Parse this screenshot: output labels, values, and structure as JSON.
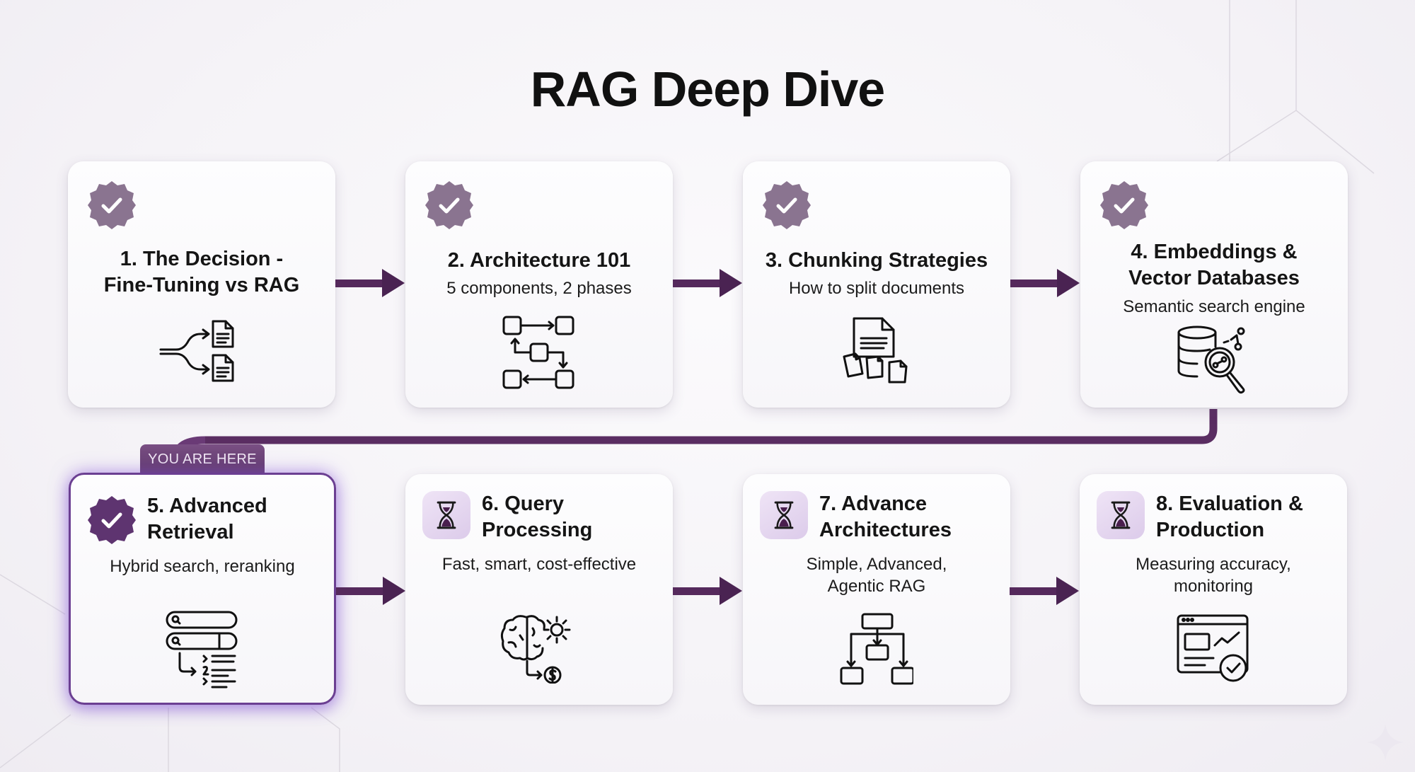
{
  "title": "RAG Deep Dive",
  "current_marker": "YOU ARE HERE",
  "colors": {
    "accent": "#5a2d62",
    "completed_badge": "#8a7490",
    "current_badge": "#5e3470",
    "current_border": "#6b3f92",
    "pending_badge_bg": "#e6d8f0",
    "hourglass": "#4a1f4e"
  },
  "modules": [
    {
      "number": 1,
      "title_lines": [
        "1. The Decision -",
        "Fine-Tuning vs RAG"
      ],
      "subtitle_lines": [],
      "status": "completed",
      "status_icon": "check-badge-icon",
      "icon": "branching-documents-icon"
    },
    {
      "number": 2,
      "title_lines": [
        "2. Architecture 101"
      ],
      "subtitle_lines": [
        "5 components, 2 phases"
      ],
      "status": "completed",
      "status_icon": "check-badge-icon",
      "icon": "component-flow-icon"
    },
    {
      "number": 3,
      "title_lines": [
        "3. Chunking Strategies"
      ],
      "subtitle_lines": [
        "How to split documents"
      ],
      "status": "completed",
      "status_icon": "check-badge-icon",
      "icon": "split-document-icon"
    },
    {
      "number": 4,
      "title_lines": [
        "4. Embeddings &",
        "Vector Databases"
      ],
      "subtitle_lines": [
        "Semantic search engine"
      ],
      "status": "completed",
      "status_icon": "check-badge-icon",
      "icon": "vector-database-search-icon"
    },
    {
      "number": 5,
      "title_lines": [
        "5. Advanced",
        "Retrieval"
      ],
      "subtitle_lines": [
        "Hybrid search, reranking"
      ],
      "status": "current",
      "status_icon": "check-badge-icon",
      "icon": "hybrid-search-rerank-icon"
    },
    {
      "number": 6,
      "title_lines": [
        "6. Query",
        "Processing"
      ],
      "subtitle_lines": [
        "Fast, smart, cost-effective"
      ],
      "status": "pending",
      "status_icon": "hourglass-icon",
      "icon": "brain-gear-cost-icon"
    },
    {
      "number": 7,
      "title_lines": [
        "7. Advance",
        "Architectures"
      ],
      "subtitle_lines": [
        "Simple, Advanced,",
        "Agentic RAG"
      ],
      "status": "pending",
      "status_icon": "hourglass-icon",
      "icon": "hierarchy-flow-icon"
    },
    {
      "number": 8,
      "title_lines": [
        "8. Evaluation &",
        "Production"
      ],
      "subtitle_lines": [
        "Measuring accuracy,",
        "monitoring"
      ],
      "status": "pending",
      "status_icon": "hourglass-icon",
      "icon": "dashboard-check-icon"
    }
  ]
}
